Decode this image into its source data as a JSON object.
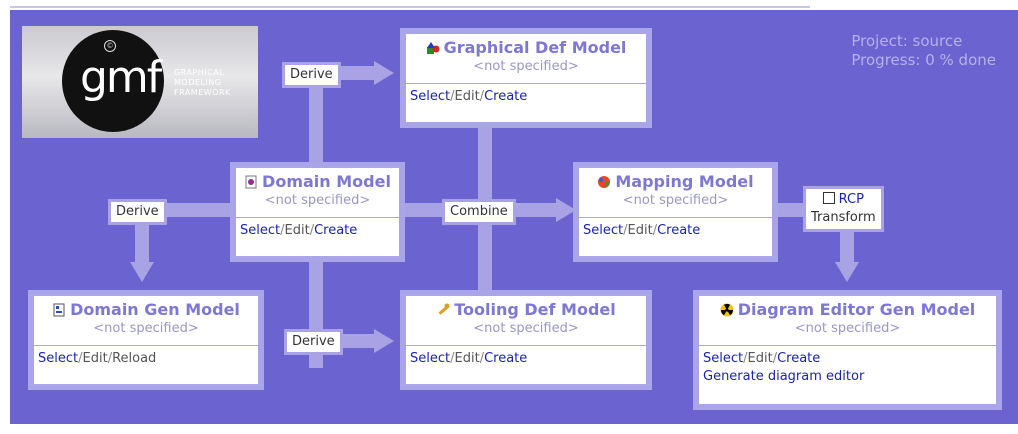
{
  "project": {
    "label": "Project: source",
    "progress": "Progress: 0 % done"
  },
  "logo": {
    "brand": "gmf",
    "line1": "GRAPHICAL",
    "line2": "MODELING",
    "line3": "FRAMEWORK"
  },
  "connectors": {
    "derive_top": "Derive",
    "derive_left": "Derive",
    "derive_bottom": "Derive",
    "combine": "Combine",
    "rcp": "RCP",
    "transform": "Transform"
  },
  "models": {
    "graphical_def": {
      "title": "Graphical Def Model",
      "status": "<not specified>",
      "select": "Select",
      "edit": "Edit",
      "create": "Create"
    },
    "domain": {
      "title": "Domain Model",
      "status": "<not specified>",
      "select": "Select",
      "edit": "Edit",
      "create": "Create"
    },
    "mapping": {
      "title": "Mapping Model",
      "status": "<not specified>",
      "select": "Select",
      "edit": "Edit",
      "create": "Create"
    },
    "domain_gen": {
      "title": "Domain Gen Model",
      "status": "<not specified>",
      "select": "Select",
      "edit": "Edit",
      "reload": "Reload"
    },
    "tooling_def": {
      "title": "Tooling Def Model",
      "status": "<not specified>",
      "select": "Select",
      "edit": "Edit",
      "create": "Create"
    },
    "diagram_gen": {
      "title": "Diagram Editor Gen Model",
      "status": "<not specified>",
      "select": "Select",
      "edit": "Edit",
      "create": "Create",
      "generate": "Generate diagram editor"
    }
  },
  "separator": "/",
  "colors": {
    "background": "#6b63cf",
    "connector": "#a9a3e6",
    "link": "#1a23b8",
    "title": "#7d77d6"
  }
}
